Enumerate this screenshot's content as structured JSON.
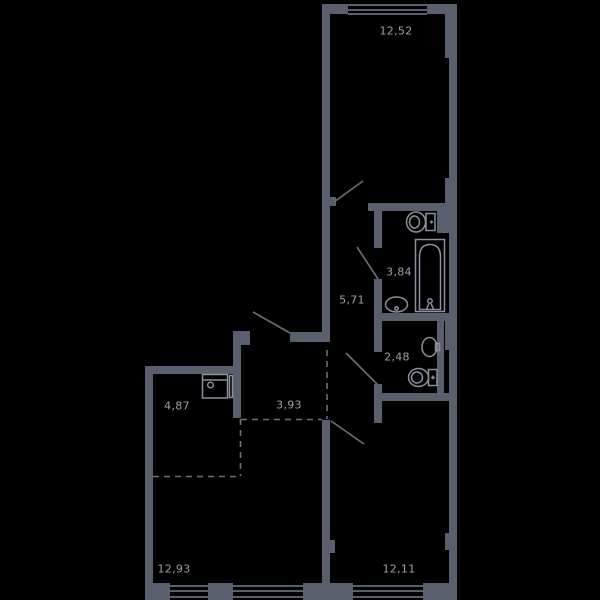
{
  "plan": {
    "type": "apartment-floor-plan",
    "colors": {
      "background": "#000000",
      "wall": "#5a5f6d",
      "label": "#9aa0ab",
      "fixture": "#8b909c",
      "door": "#6b707d"
    },
    "rooms": [
      {
        "id": "room-12-52",
        "area_label": "12,52"
      },
      {
        "id": "room-3-84",
        "area_label": "3,84"
      },
      {
        "id": "room-5-71",
        "area_label": "5,71"
      },
      {
        "id": "room-2-48",
        "area_label": "2,48"
      },
      {
        "id": "room-3-93",
        "area_label": "3,93"
      },
      {
        "id": "room-4-87",
        "area_label": "4,87"
      },
      {
        "id": "room-12-93",
        "area_label": "12,93"
      },
      {
        "id": "room-12-11",
        "area_label": "12,11"
      }
    ],
    "fixtures": [
      "toilet-icon",
      "bathtub-icon",
      "sink-icon",
      "sink-icon",
      "toilet-icon",
      "stove-icon"
    ],
    "features": [
      "windows-top-1",
      "windows-bottom-3",
      "door-swings-5",
      "dashed-zone-dividers"
    ]
  }
}
